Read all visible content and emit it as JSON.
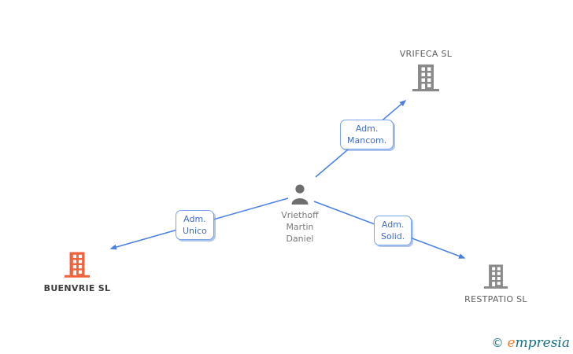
{
  "diagram": {
    "person": {
      "name_line1": "Vriethoff",
      "name_line2": "Martin",
      "name_line3": "Daniel"
    },
    "companies": {
      "vrifeca": {
        "label": "VRIFECA SL"
      },
      "buenvrie": {
        "label": "BUENVRIE SL"
      },
      "restpatio": {
        "label": "RESTPATIO SL"
      }
    },
    "edges": {
      "mancom": {
        "line1": "Adm.",
        "line2": "Mancom.",
        "target": "VRIFECA SL"
      },
      "unico": {
        "line1": "Adm.",
        "line2": "Unico",
        "target": "BUENVRIE SL"
      },
      "solid": {
        "line1": "Adm.",
        "line2": "Solid.",
        "target": "RESTPATIO SL"
      }
    },
    "colors": {
      "edge_blue": "#4a80e0",
      "label_border_blue": "#79a5ea",
      "label_text_blue": "#3f6cc8",
      "building_gray": "#8a8a8a",
      "building_orange": "#f0623c",
      "person_gray": "#6e6e6e"
    }
  },
  "watermark": {
    "copyright": "©",
    "brand_initial": "e",
    "brand_rest": "mpresia"
  }
}
